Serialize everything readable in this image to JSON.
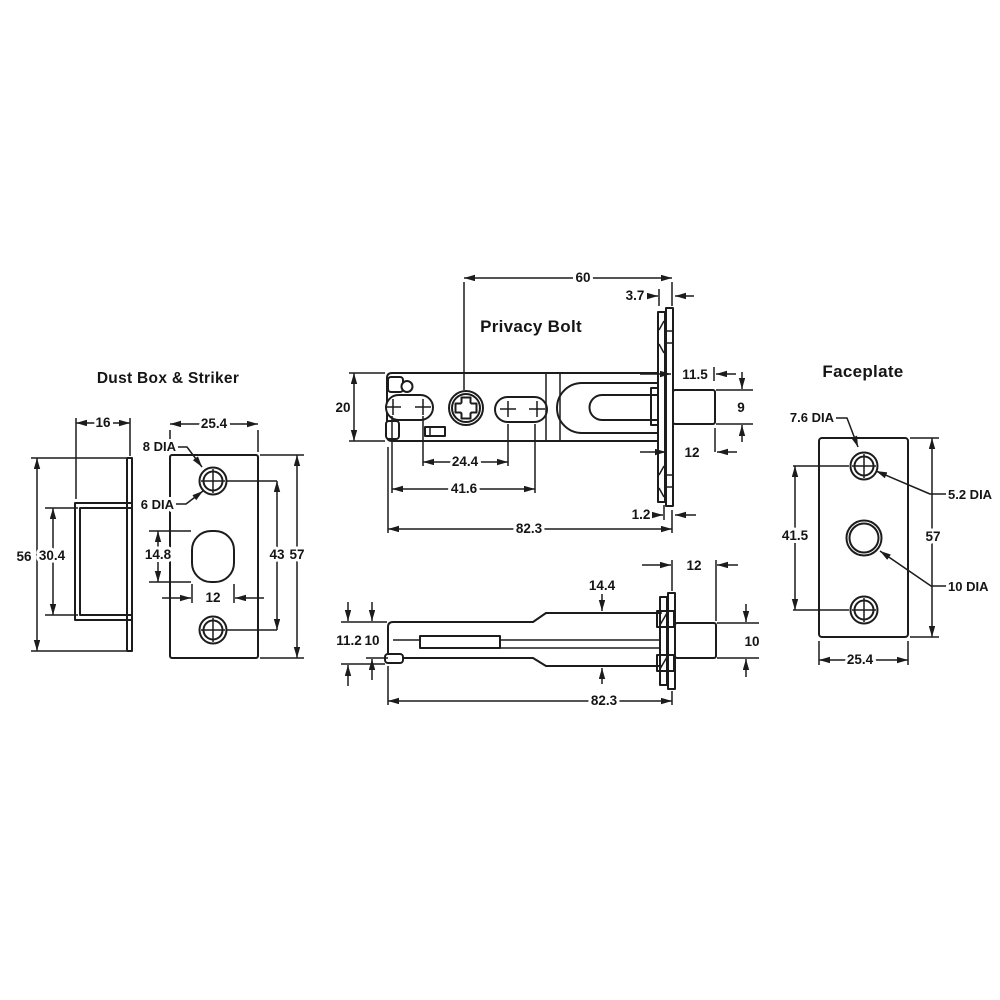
{
  "page": {
    "background": "#ffffff",
    "line_color": "#1c1c1c"
  },
  "views": {
    "dust": {
      "title": "Dust Box & Striker",
      "dim16": "16",
      "dim254": "25.4",
      "dia8": "8 DIA",
      "dia6": "6 DIA",
      "dim56": "56",
      "dim304": "30.4",
      "dim148": "14.8",
      "dim12": "12",
      "dim43": "43",
      "dim57": "57"
    },
    "bolt": {
      "title": "Privacy Bolt",
      "dim60": "60",
      "dim37": "3.7",
      "dim115": "11.5",
      "dim9": "9",
      "dim20": "20",
      "dim244": "24.4",
      "dim416": "41.6",
      "dim823": "82.3",
      "dim12": "12",
      "dim12mm": "1.2"
    },
    "side": {
      "dim144": "14.4",
      "dim12": "12",
      "dim112": "11.2",
      "dim10left": "10",
      "dim10right": "10",
      "dim823": "82.3"
    },
    "face": {
      "title": "Faceplate",
      "dia76": "7.6 DIA",
      "dia52": "5.2 DIA",
      "dim415": "41.5",
      "dim57": "57",
      "dia10": "10 DIA",
      "dim254": "25.4"
    }
  }
}
